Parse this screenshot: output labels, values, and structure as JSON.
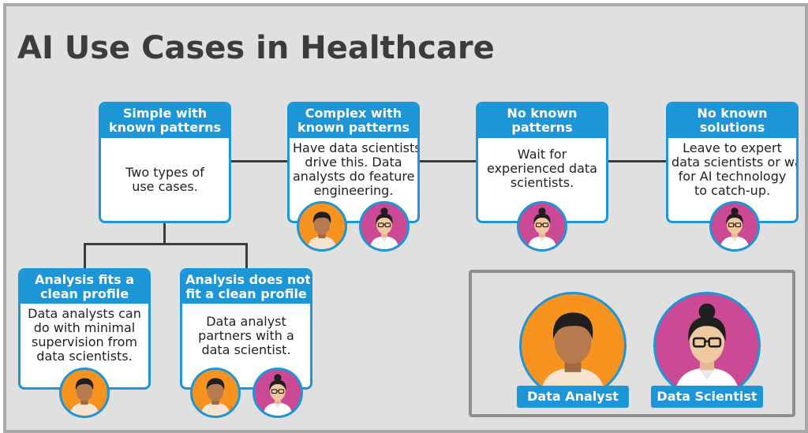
{
  "title": "AI Use Cases in Healthcare",
  "colors": {
    "accent_blue": "#1c96d6",
    "analyst_orange": "#f7931e",
    "scientist_magenta": "#cc4a95",
    "background": "#e0e0e0",
    "connector": "#3c3c3c"
  },
  "cards": {
    "simple": {
      "header": [
        "Simple with",
        "known patterns"
      ],
      "body": [
        "Two types of",
        "use cases."
      ]
    },
    "complex": {
      "header": [
        "Complex with",
        "known patterns"
      ],
      "body": [
        "Have data scientists",
        "drive this. Data",
        "analysts do feature",
        "engineering."
      ]
    },
    "no_patterns": {
      "header": [
        "No known",
        "patterns"
      ],
      "body": [
        "Wait for",
        "experienced data",
        "scientists."
      ]
    },
    "no_solutions": {
      "header": [
        "No known",
        "solutions"
      ],
      "body": [
        "Leave to expert",
        "data scientists or wait",
        "for AI technology",
        "to catch-up."
      ]
    },
    "fits": {
      "header": [
        "Analysis fits a",
        "clean profile"
      ],
      "body": [
        "Data analysts can",
        "do with minimal",
        "supervision from",
        "data scientists."
      ]
    },
    "not_fit": {
      "header": [
        "Analysis does not",
        "fit a clean profile"
      ],
      "body": [
        "Data analyst",
        "partners with a",
        "data scientist."
      ]
    }
  },
  "legend": {
    "analyst_label": "Data Analyst",
    "scientist_label": "Data Scientist"
  }
}
